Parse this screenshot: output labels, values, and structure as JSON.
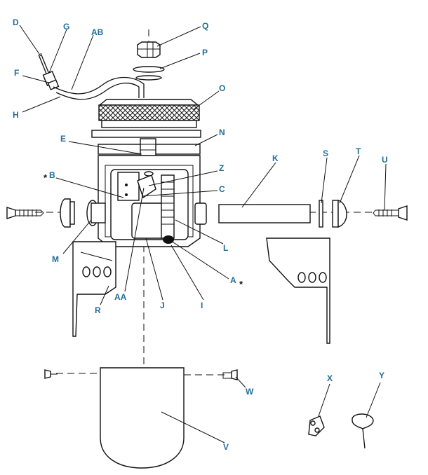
{
  "labels": {
    "Q": "Q",
    "P": "P",
    "D": "D",
    "G": "G",
    "AB": "AB",
    "F": "F",
    "O": "O",
    "H": "H",
    "N": "N",
    "E": "E",
    "K": "K",
    "S": "S",
    "T": "T",
    "U": "U",
    "Z": "Z",
    "B": "B",
    "C": "C",
    "M": "M",
    "L": "L",
    "A": "A",
    "R": "R",
    "AA": "AA",
    "J": "J",
    "I": "I",
    "W": "W",
    "X": "X",
    "Y": "Y",
    "V": "V"
  },
  "asterisks": {
    "b": "*",
    "a": "*"
  }
}
